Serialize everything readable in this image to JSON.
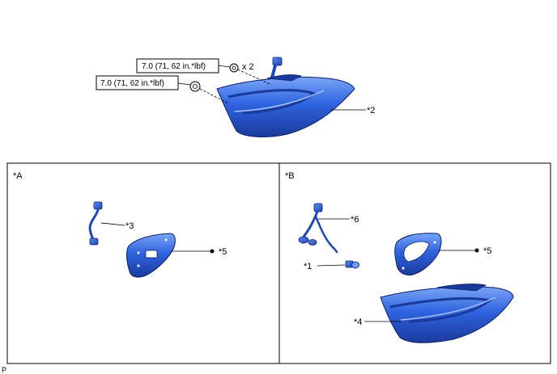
{
  "torque_labels": [
    {
      "text": "7.0 (71, 62 in.*lbf)",
      "multiplier": "x 2"
    },
    {
      "text": "7.0 (71, 62 in.*lbf)"
    }
  ],
  "callouts": {
    "c2": "*2",
    "c3": "*3",
    "c5a": "*5",
    "c6": "*6",
    "c1": "*1",
    "c5b": "*5",
    "c4": "*4"
  },
  "panels": {
    "a": {
      "label": "*A"
    },
    "b": {
      "label": "*B"
    }
  },
  "reference_code": "P",
  "colors": {
    "part_fill": "#2f63e0",
    "part_dark": "#1c3c99",
    "part_light": "#6f9cf5",
    "outline": "#000000"
  }
}
